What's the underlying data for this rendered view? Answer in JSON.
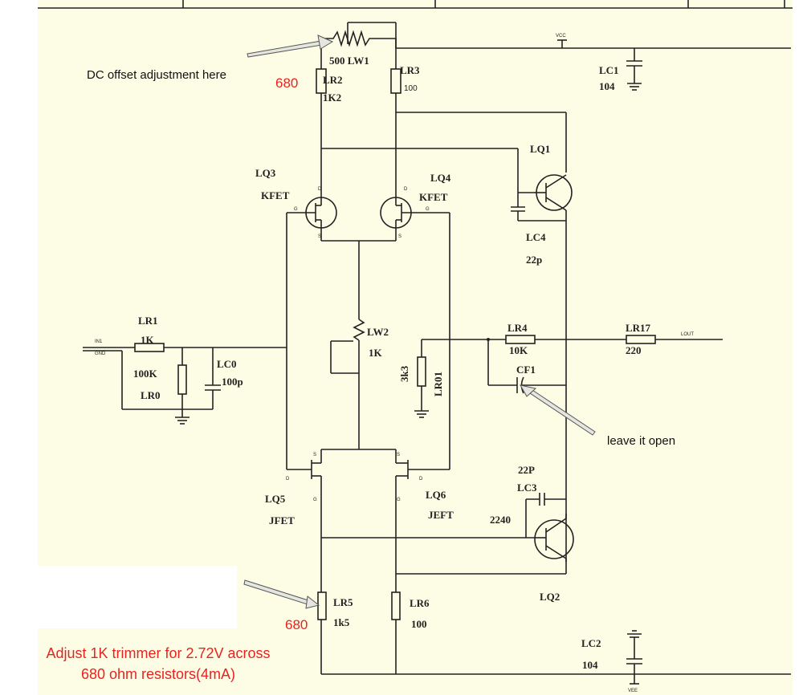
{
  "labels": {
    "w1": "500  LW1",
    "r2": "LR2",
    "r2_val": "1K2",
    "r3": "LR3",
    "r3_val": "100",
    "c1": "LC1",
    "c1_val": "104",
    "vcc": "VCC",
    "q1": "LQ1",
    "q3": "LQ3",
    "q3_type": "KFET",
    "q4": "LQ4",
    "q4_type": "KFET",
    "c4": "LC4",
    "c4_val": "22p",
    "r1": "LR1",
    "r1_val": "1K",
    "r0_val": "100K",
    "r0": "LR0",
    "c0": "LC0",
    "c0_val": "100p",
    "w2": "LW2",
    "w2_val": "1K",
    "r01_val": "3k3",
    "r01": "LR01",
    "r4": "LR4",
    "r4_val": "10K",
    "r17": "LR17",
    "r17_val": "220",
    "cf1": "CF1",
    "in1": "IN1",
    "gnd": "GND",
    "lout": "LOUT",
    "q5": "LQ5",
    "q5_type": "JFET",
    "q6": "LQ6",
    "q6_type": "JEFT",
    "c3_val": "22P",
    "c3": "LC3",
    "q2_val": "2240",
    "q2": "LQ2",
    "r5": "LR5",
    "r5_val": "1k5",
    "r6": "LR6",
    "r6_val": "100",
    "c2": "LC2",
    "c2_val": "104",
    "vee": "VEE",
    "pin_d": "D",
    "pin_g": "G",
    "pin_s": "S"
  },
  "annotations": {
    "dc_offset": "DC offset adjustment here",
    "r2_mod": "680",
    "leave_open": "leave it open",
    "r5_mod": "680",
    "adjust_line1": "Adjust 1K trimmer for 2.72V across",
    "adjust_line2": "680 ohm resistors(4mA)"
  },
  "colors": {
    "annotation_red": "#e8231f",
    "paper": "#fdfde6",
    "ink": "#222222"
  }
}
